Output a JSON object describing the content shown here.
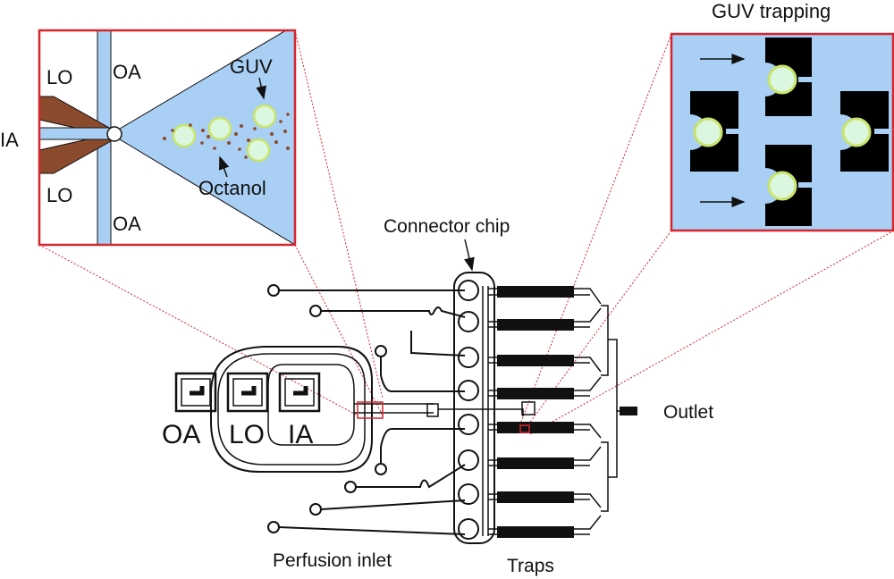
{
  "inset_left": {
    "labels": {
      "lo_top": "LO",
      "oa_top": "OA",
      "ia": "IA",
      "lo_bottom": "LO",
      "oa_bottom": "OA",
      "guv": "GUV",
      "octanol": "Octanol"
    }
  },
  "inset_right": {
    "title": "GUV trapping"
  },
  "chip": {
    "connector_label": "Connector chip",
    "outlet_label": "Outlet",
    "perfusion_label": "Perfusion inlet",
    "traps_label": "Traps",
    "reservoirs": [
      "OA",
      "LO",
      "IA"
    ]
  },
  "colors": {
    "fluid": "#a9cff5",
    "channel_blue": "#a9cff5",
    "lipid_brown": "#8b4a2b",
    "highlight_red": "#d6252f",
    "guv_fill": "#dcf7df",
    "guv_stroke": "#c9e46a"
  }
}
